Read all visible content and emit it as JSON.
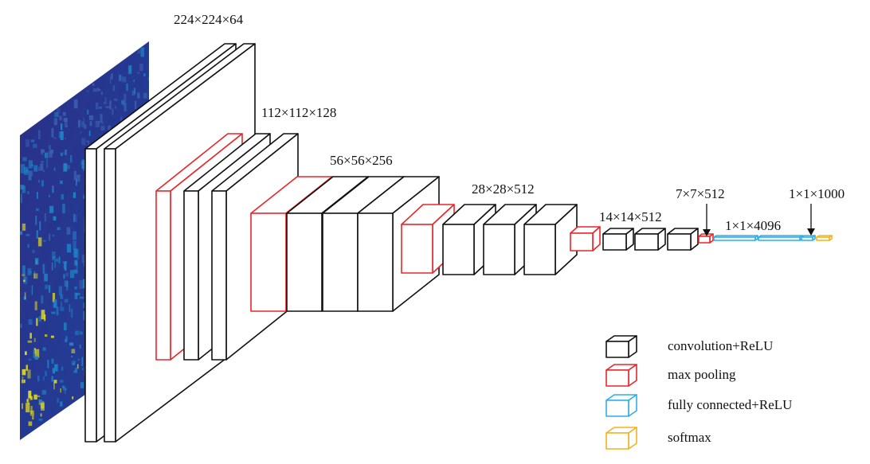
{
  "colors": {
    "convolution": "#111111",
    "pooling": "#e8262a",
    "fully_connected": "#2eaee8",
    "softmax": "#f2b31c",
    "spectrogram_bg": "#2a2f86",
    "spectrogram_mid": "#1f84c8",
    "spectrogram_hot": "#e9e01e"
  },
  "input_image": {
    "name": "spectrogram-input-image"
  },
  "dimension_labels": [
    "224×224×64",
    "112×112×128",
    "56×56×256",
    "28×28×512",
    "14×14×512",
    "7×7×512",
    "1×1×4096",
    "1×1×1000"
  ],
  "legend": [
    {
      "kind": "convolution",
      "label": "convolution+ReLU"
    },
    {
      "kind": "pooling",
      "label": "max pooling"
    },
    {
      "kind": "fully_connected",
      "label": "fully connected+ReLU"
    },
    {
      "kind": "softmax",
      "label": "softmax"
    }
  ]
}
